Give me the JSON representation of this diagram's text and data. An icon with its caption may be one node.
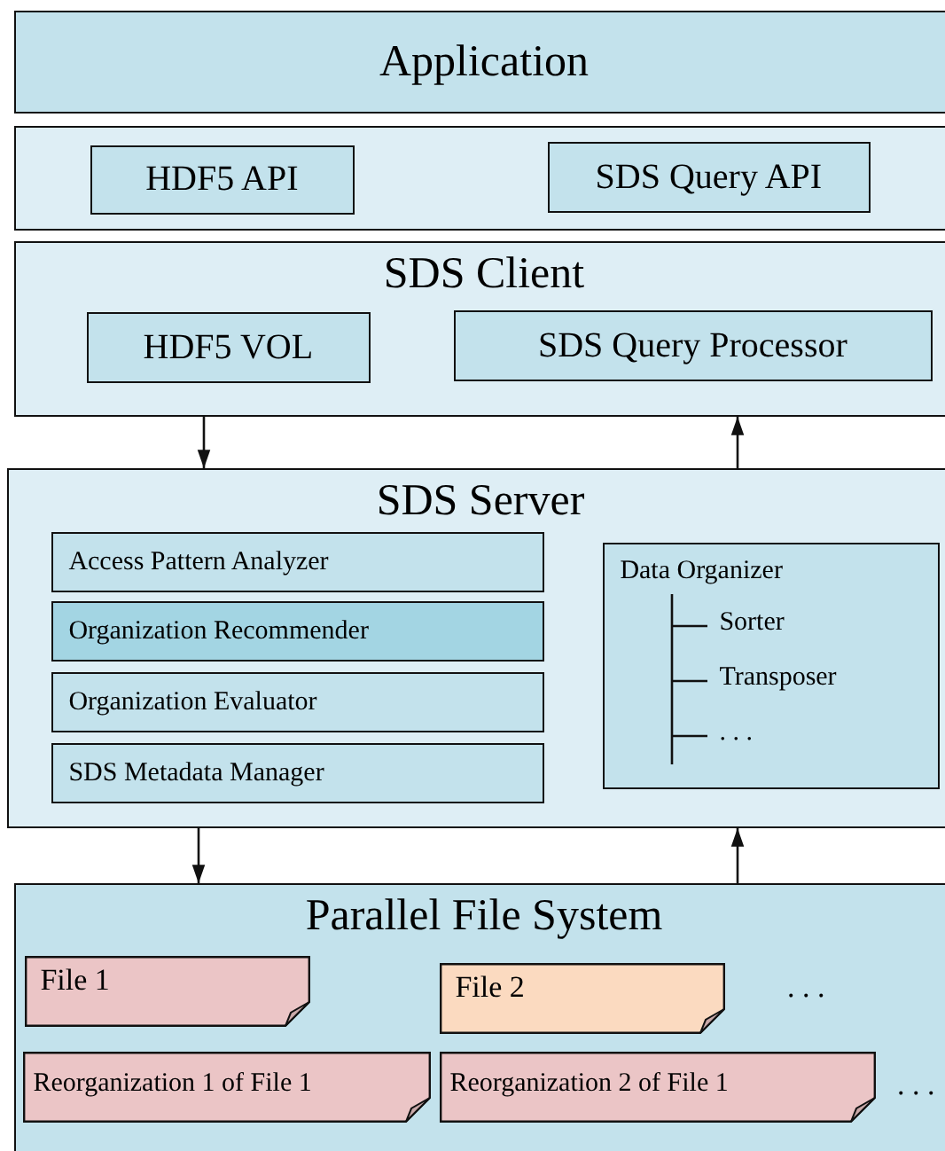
{
  "diagram": {
    "nodes": [
      {
        "text": [
          "Application"
        ]
      },
      {
        "text": [],
        "shape": "box"
      },
      {
        "text": [
          "HDF5 API"
        ],
        "in": 1
      },
      {
        "text": [
          "SDS Query API"
        ],
        "in": 1
      },
      {
        "text": [
          "SDS Client"
        ]
      },
      {
        "text": [
          "HDF5 VOL"
        ],
        "in": 4
      },
      {
        "text": [
          "SDS Query Processor"
        ],
        "in": 4
      },
      {
        "text": [
          "SDS  Server"
        ]
      },
      {
        "text": [
          "Access Pattern Analyzer"
        ],
        "in": 7
      },
      {
        "text": [
          "Organization Recommender"
        ],
        "in": 7
      },
      {
        "text": [
          "Organization Evaluator"
        ],
        "in": 7
      },
      {
        "text": [
          "SDS Metadata Manager"
        ],
        "in": 7
      },
      {
        "text": [
          "Data Organizer",
          "Sorter",
          "Transposer",
          ". . ."
        ],
        "in": 7
      },
      {
        "text": [
          "Parallel File System"
        ]
      },
      {
        "text": [
          "File 1"
        ],
        "in": 13
      },
      {
        "text": [
          "File 2"
        ],
        "in": 13
      },
      {
        "text": [
          "Reorganization 1 of File 1"
        ],
        "in": 13
      },
      {
        "text": [
          "Reorganization 2 of File 1"
        ],
        "in": 13
      }
    ],
    "edges": [
      {
        "from": 4,
        "to": 7,
        "arrow": "to"
      },
      {
        "from": 7,
        "to": 4,
        "arrow": "to"
      },
      {
        "from": 7,
        "to": 13,
        "arrow": "to"
      },
      {
        "from": 13,
        "to": 7,
        "arrow": "to"
      }
    ],
    "labels": [
      ". . .",
      ". . ."
    ]
  }
}
